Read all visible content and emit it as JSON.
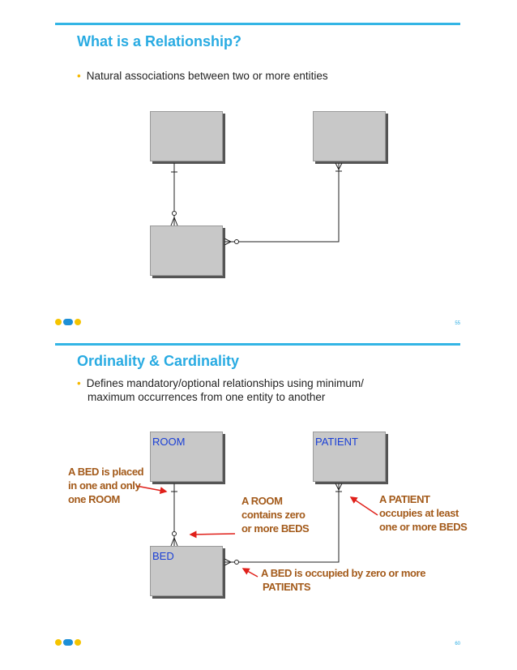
{
  "slides": [
    {
      "title": "What is a Relationship?",
      "bullet": "Natural associations between two or more entities",
      "page_number": "55"
    },
    {
      "title": "Ordinality & Cardinality",
      "bullet_line1": "Defines mandatory/optional relationships using minimum/",
      "bullet_line2": "maximum occurrences from one entity to another",
      "entities": {
        "room": "ROOM",
        "patient": "PATIENT",
        "bed": "BED"
      },
      "annotations": {
        "bed_in_room": [
          "A BED is placed",
          "in one and only",
          "one ROOM"
        ],
        "room_beds": [
          "A ROOM",
          "contains zero",
          "or more BEDS"
        ],
        "patient_beds": [
          "A PATIENT",
          "occupies at least",
          "one or more BEDS"
        ],
        "bed_patients": [
          "A BED is occupied by zero or more",
          "PATIENTS"
        ]
      },
      "page_number": "60"
    }
  ],
  "colors": {
    "accent": "#29abe2",
    "bullet_dot": "#f5b800",
    "entity_fill": "#c8c8c8",
    "annotation": "#a35a1a",
    "arrow": "#e0201a",
    "entity_label": "#1a3fd6"
  }
}
